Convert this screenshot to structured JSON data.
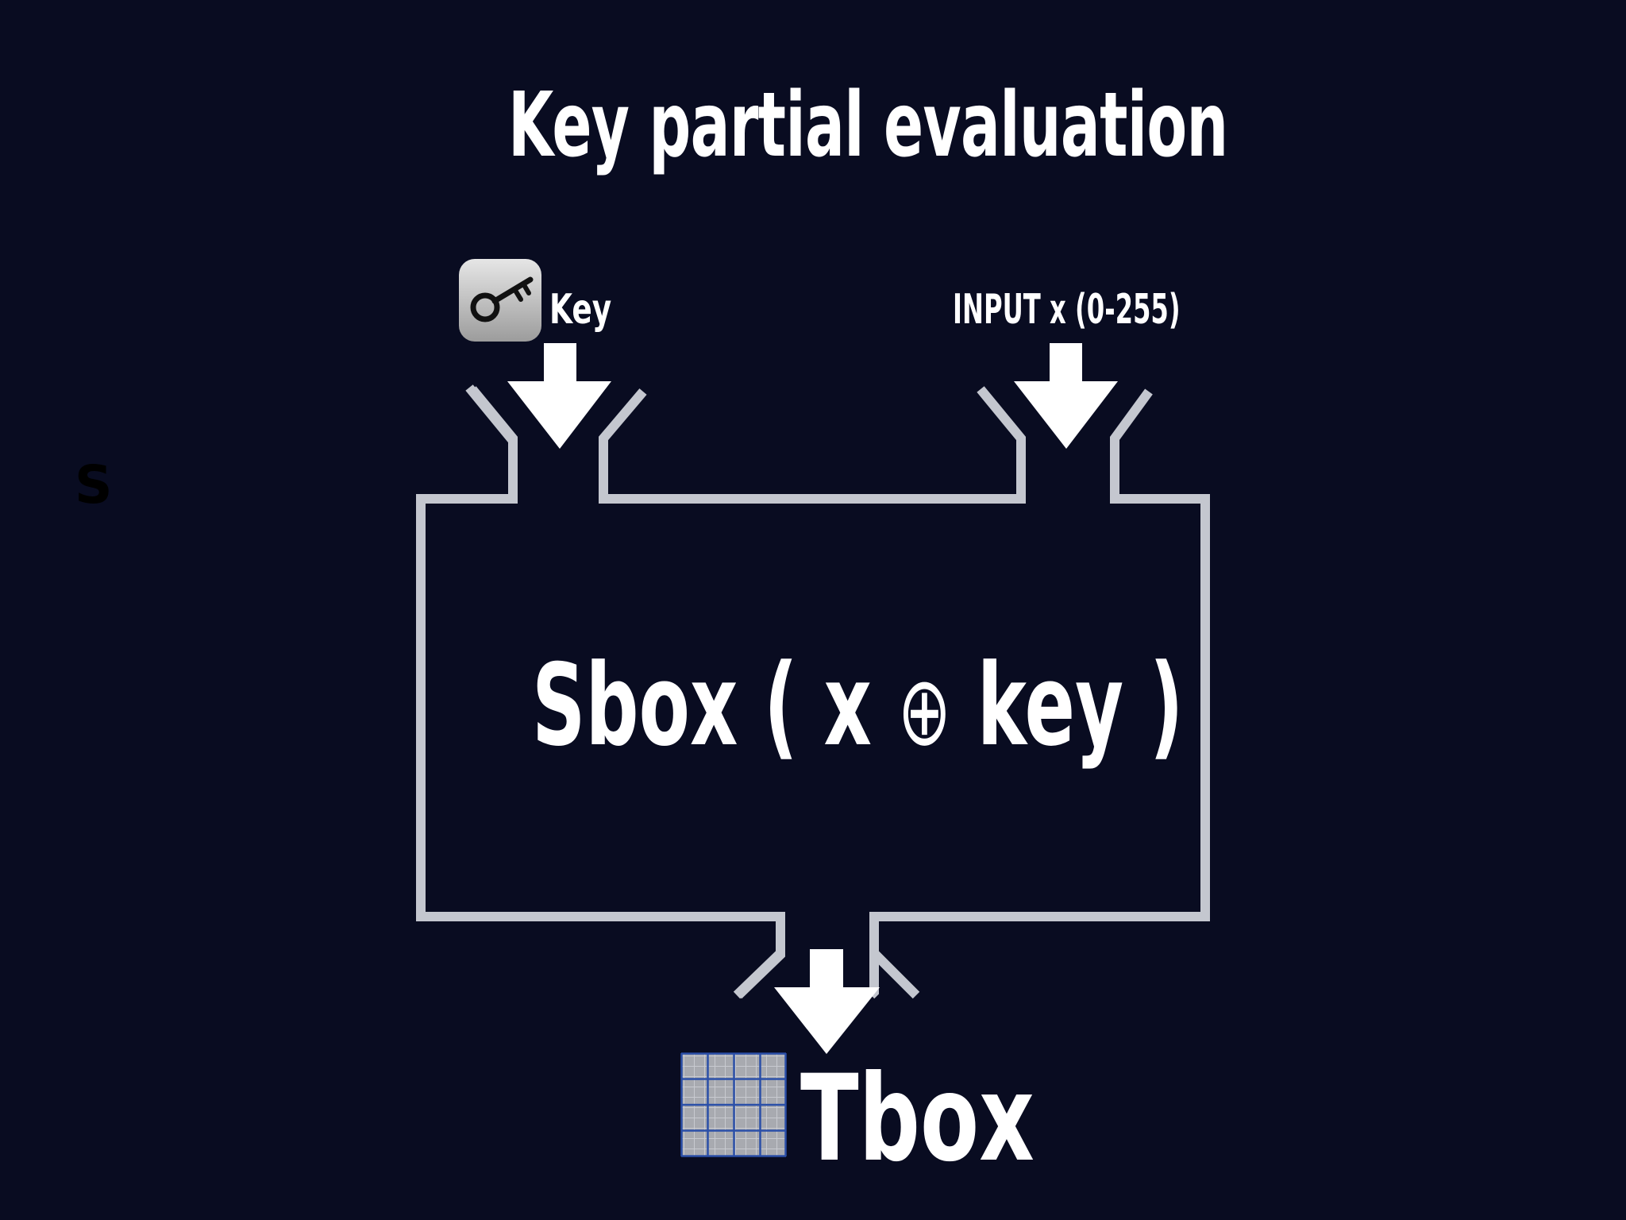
{
  "slide": {
    "title": "Key partial evaluation",
    "stray_letter": "S"
  },
  "diagram": {
    "nodes": {
      "key_input": {
        "label": "Key",
        "icon": "key-icon"
      },
      "data_input": {
        "label": "INPUT x (0-255)"
      },
      "process": {
        "formula_prefix": "Sbox ( x",
        "operator": "⊕",
        "formula_suffix": "key )"
      },
      "output": {
        "label": "Tbox",
        "icon": "lookup-table-grid-icon"
      }
    },
    "edges": [
      {
        "from": "key_input",
        "to": "process"
      },
      {
        "from": "data_input",
        "to": "process"
      },
      {
        "from": "process",
        "to": "output"
      }
    ]
  },
  "colors": {
    "background": "#090c21",
    "text": "#ffffff",
    "box_outline": "#c4c7cf",
    "arrow_fill": "#ffffff",
    "table_icon_blue": "#2b4fa8"
  }
}
